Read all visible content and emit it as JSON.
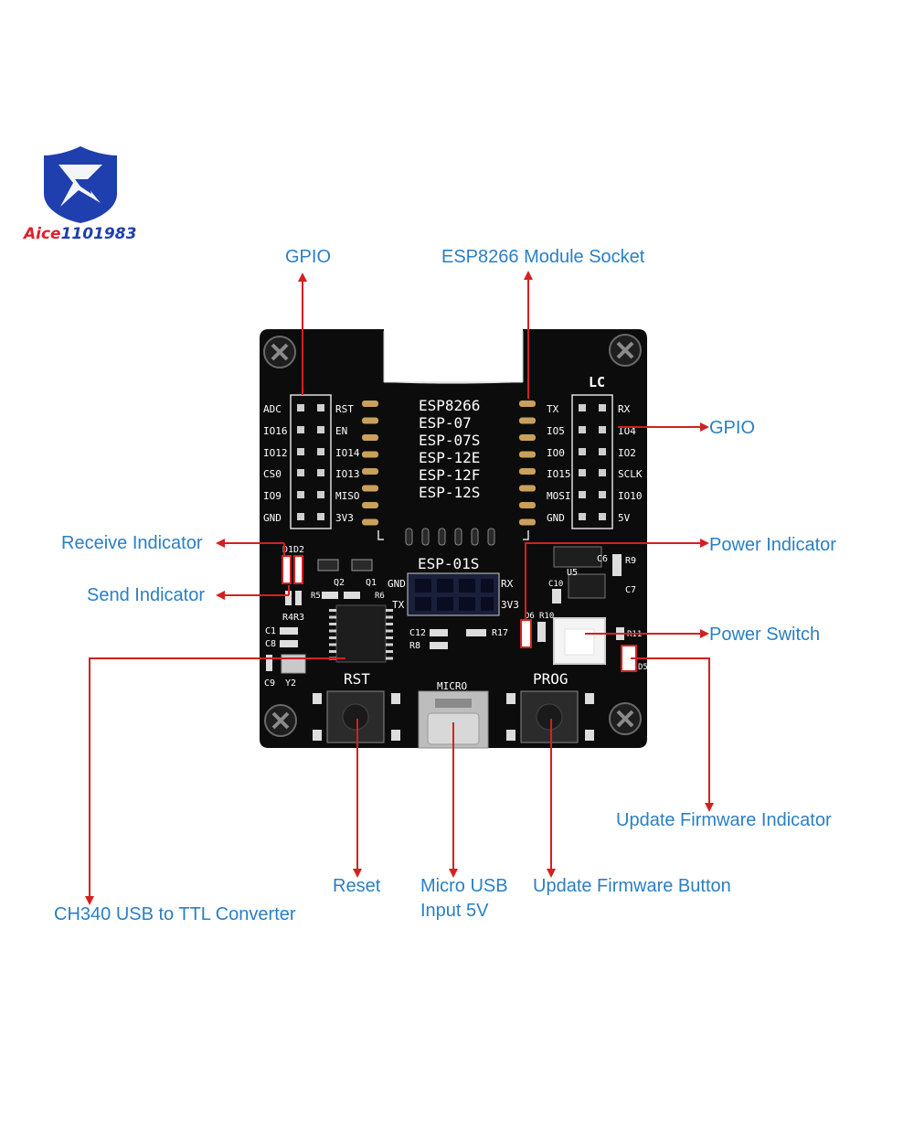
{
  "logo": {
    "text_red": "Aice",
    "text_blue": "1101983"
  },
  "callouts": {
    "gpio_left": "GPIO",
    "socket": "ESP8266 Module Socket",
    "gpio_right": "GPIO",
    "receive": "Receive Indicator",
    "send": "Send Indicator",
    "power_indicator": "Power Indicator",
    "power_switch": "Power Switch",
    "update_fw_indicator": "Update Firmware Indicator",
    "reset": "Reset",
    "micro_usb_1": "Micro USB",
    "micro_usb_2": "Input 5V",
    "update_fw_button": "Update Firmware Button",
    "ch340": "CH340 USB to TTL Converter"
  },
  "board": {
    "module_names": [
      "ESP8266",
      "ESP-07",
      "ESP-07S",
      "ESP-12E",
      "ESP-12F",
      "ESP-12S"
    ],
    "esp01s": "ESP-01S",
    "brand": "LC",
    "left_header_outer": [
      "ADC",
      "IO16",
      "IO12",
      "CS0",
      "IO9",
      "GND"
    ],
    "left_header_inner": [
      "RST",
      "EN",
      "IO14",
      "IO13",
      "MISO",
      "3V3"
    ],
    "right_header_inner": [
      "TX",
      "IO5",
      "IO0",
      "IO15",
      "MOSI",
      "GND"
    ],
    "right_header_outer": [
      "RX",
      "IO4",
      "IO2",
      "SCLK",
      "IO10",
      "5V"
    ],
    "esp01_pins": {
      "gnd": "GND",
      "tx": "TX",
      "rx": "RX",
      "v33": "3V3"
    },
    "buttons": {
      "rst": "RST",
      "prog": "PROG",
      "micro": "MICRO"
    },
    "components": {
      "d1d2": "D1D2",
      "r4r3": "R4R3",
      "r5": "R5",
      "r6": "R6",
      "q1": "Q1",
      "q2": "Q2",
      "c1": "C1",
      "c8": "C8",
      "c9": "C9",
      "y2": "Y2",
      "c12": "C12",
      "r8": "R8",
      "r17": "R17",
      "c6": "C6",
      "r9": "R9",
      "u5": "U5",
      "c7": "C7",
      "c10": "C10",
      "d6": "D6",
      "r10": "R10",
      "r11": "R11",
      "d5": "D5"
    }
  },
  "colors": {
    "label": "#2a7fc4",
    "arrow": "#d42020",
    "pcb": "#0c0c0c",
    "logo_blue": "#1f3fae",
    "logo_red": "#e0202a"
  }
}
